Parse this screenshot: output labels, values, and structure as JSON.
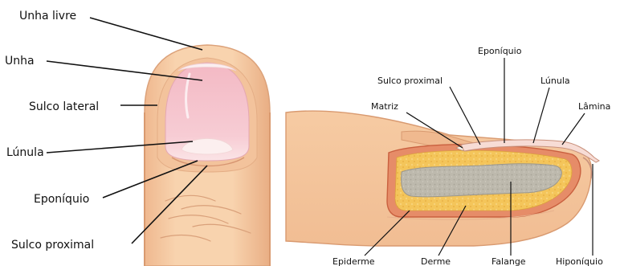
{
  "top_view": {
    "labels": {
      "free_edge": "Unha livre",
      "nail": "Unha",
      "lateral_fold": "Sulco lateral",
      "lunula": "Lúnula",
      "eponychium": "Eponíquio",
      "proximal_fold": "Sulco proximal"
    }
  },
  "cross_section": {
    "labels": {
      "eponychium": "Eponíquio",
      "proximal_fold": "Sulco proximal",
      "lunula": "Lúnula",
      "matrix": "Matriz",
      "nail_plate": "Lâmina",
      "epidermis": "Epiderme",
      "dermis": "Derme",
      "phalanx": "Falange",
      "hyponychium": "Hiponíquio"
    }
  },
  "colors": {
    "skin": "#f7cfa6",
    "skin_shadow": "#e9ad82",
    "skin_outline": "#d99a70",
    "nail_pink": "#f6c6cf",
    "lunula": "#fdf0ee",
    "fat_yellow": "#f3c24f",
    "bone_gray": "#b9b5a8",
    "dermis_red": "#e37b5c"
  }
}
